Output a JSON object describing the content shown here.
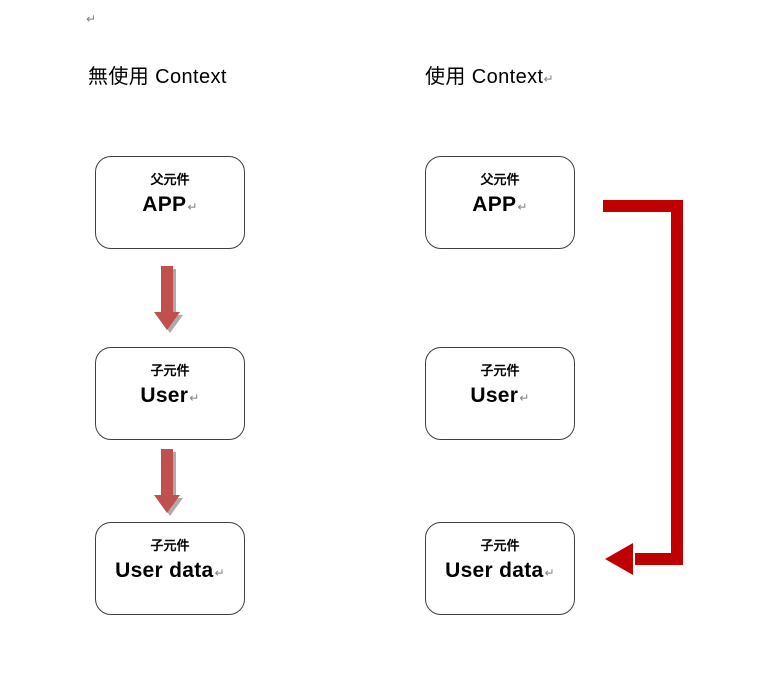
{
  "marks": {
    "return_mark": "↵"
  },
  "left_column": {
    "title": "無使用 Context",
    "boxes": [
      {
        "label": "父元件",
        "text": "APP"
      },
      {
        "label": "子元件",
        "text": "User"
      },
      {
        "label": "子元件",
        "text": "User data"
      }
    ]
  },
  "right_column": {
    "title": "使用 Context",
    "boxes": [
      {
        "label": "父元件",
        "text": "APP"
      },
      {
        "label": "子元件",
        "text": "User"
      },
      {
        "label": "子元件",
        "text": "User data"
      }
    ]
  },
  "colors": {
    "small_arrow": "#C0504D",
    "small_arrow_shadow": "#b3a8a7",
    "big_arrow": "#C00000",
    "box_border": "#3f3f3f",
    "paragraph_mark": "#808080",
    "text": "#000000",
    "background": "#ffffff"
  }
}
